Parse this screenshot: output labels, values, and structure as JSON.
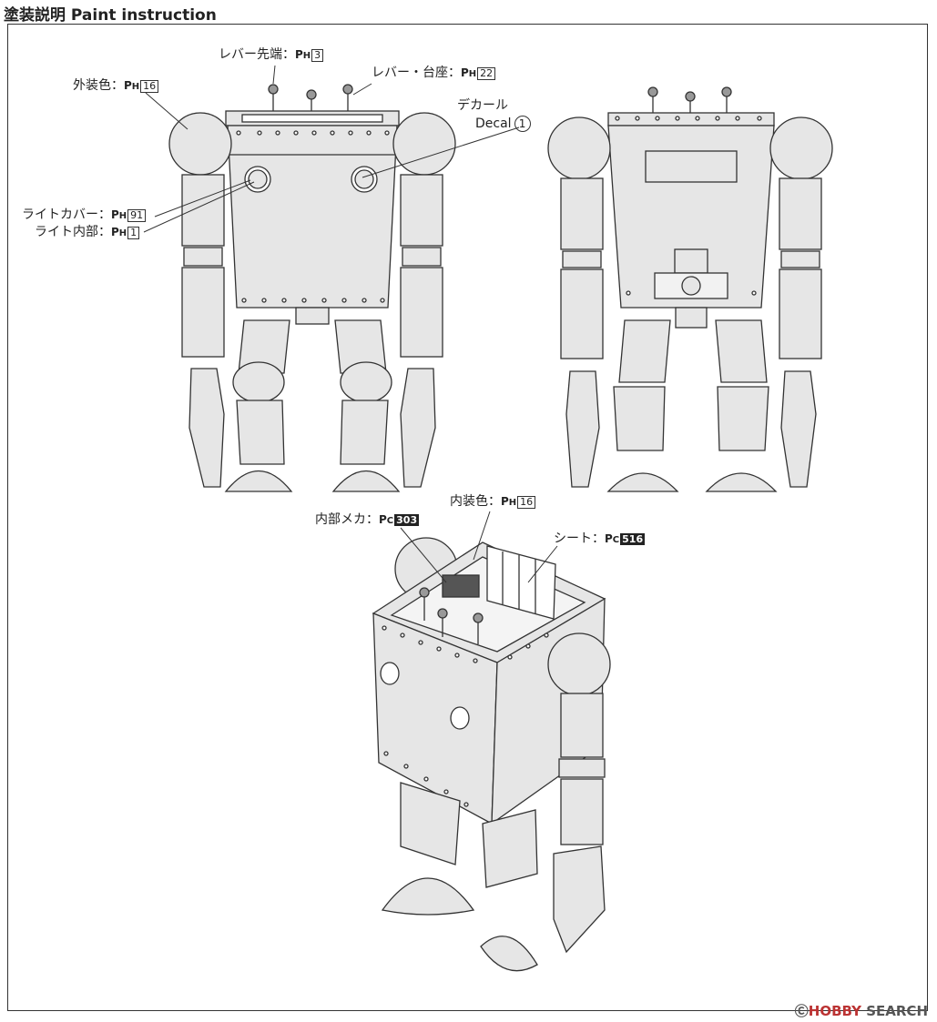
{
  "header": {
    "title": "塗装説明 Paint instruction"
  },
  "labels": {
    "lever_tip": {
      "text": "レバー先端：",
      "code": "H",
      "num": "3"
    },
    "lever_base": {
      "text": "レバー・台座：",
      "code": "H",
      "num": "22"
    },
    "exterior": {
      "text": "外装色：",
      "code": "H",
      "num": "16"
    },
    "decal": {
      "text": "デカール",
      "sub": "Decal",
      "num": "1"
    },
    "light_cover": {
      "text": "ライトカバー：",
      "code": "H",
      "num": "91"
    },
    "light_inner": {
      "text": "ライト内部：",
      "code": "H",
      "num": "1"
    },
    "interior": {
      "text": "内装色：",
      "code": "H",
      "num": "16"
    },
    "inner_mech": {
      "text": "内部メカ：",
      "code": "C",
      "num": "303"
    },
    "seat": {
      "text": "シート：",
      "code": "C",
      "num": "516"
    }
  },
  "watermark": {
    "brand": "HOBBY",
    "rest": " SEARCH",
    "prefix": "Ⓒ"
  },
  "colors": {
    "fill": "#e6e6e6",
    "line": "#333333"
  }
}
